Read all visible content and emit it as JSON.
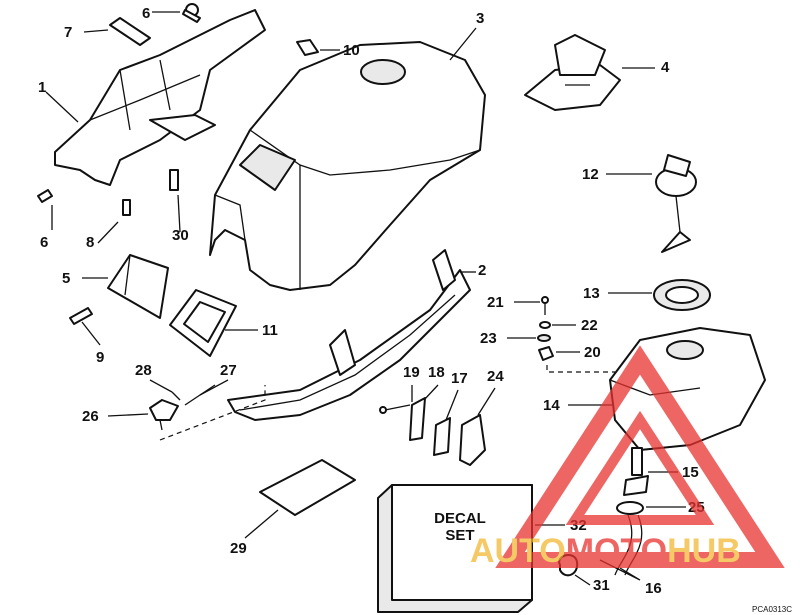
{
  "callouts": [
    "1",
    "2",
    "3",
    "4",
    "5",
    "6",
    "6",
    "7",
    "8",
    "9",
    "10",
    "11",
    "12",
    "13",
    "14",
    "15",
    "16",
    "17",
    "18",
    "19",
    "20",
    "21",
    "22",
    "23",
    "24",
    "25",
    "26",
    "27",
    "28",
    "29",
    "30",
    "31",
    "32"
  ],
  "decal": {
    "line1": "DECAL",
    "line2": "SET"
  },
  "watermark": {
    "part1": "AUTO",
    "part2": "MOTO",
    "part3": "HUB",
    "color_red": "#e8332f",
    "color_gold": "#f2b733"
  },
  "drawing_code": "PCA0313C"
}
